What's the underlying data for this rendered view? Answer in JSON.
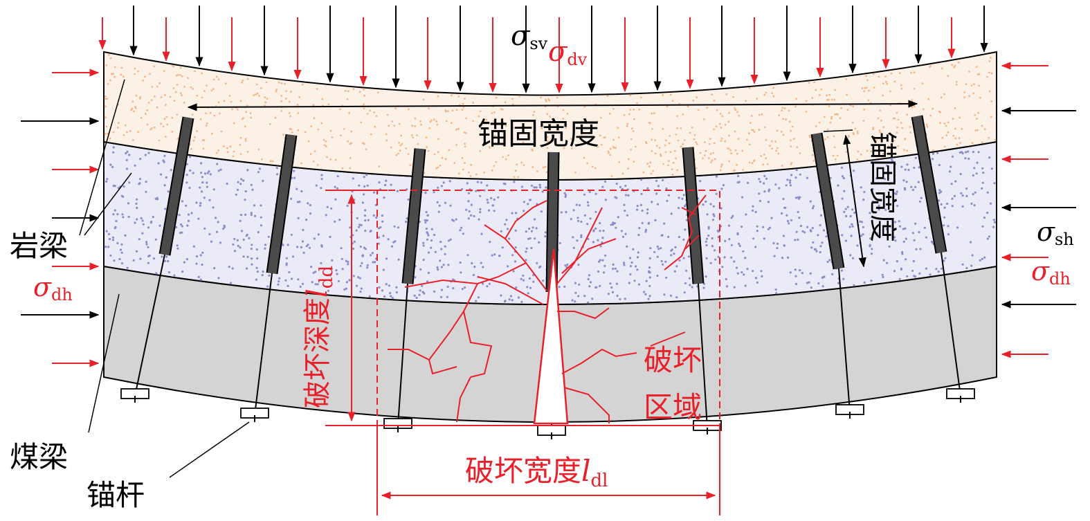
{
  "labels": {
    "anchor_width_top": "锚固宽度",
    "anchor_width_right": "锚固宽度",
    "rock_beam": "岩梁",
    "coal_beam": "煤梁",
    "bolt": "锚杆",
    "failure_depth": "破坏深度",
    "failure_depth_symbol": "l",
    "failure_depth_sub": "dd",
    "failure_width": "破坏宽度",
    "failure_width_symbol": "l",
    "failure_width_sub": "dl",
    "failure_zone_line1": "破坏",
    "failure_zone_line2": "区域"
  },
  "stresses": {
    "sigma": "σ",
    "sv_sub": "sv",
    "dv_sub": "dv",
    "sh_sub": "sh",
    "dh_sub": "dh"
  },
  "colors": {
    "static_load": "#000000",
    "dynamic_load": "#e8202a",
    "upper_rock": "#f3b68a",
    "lower_rock": "#8c8cc8",
    "coal": "#d4d4d4",
    "bolt": "#4a4a4a"
  }
}
